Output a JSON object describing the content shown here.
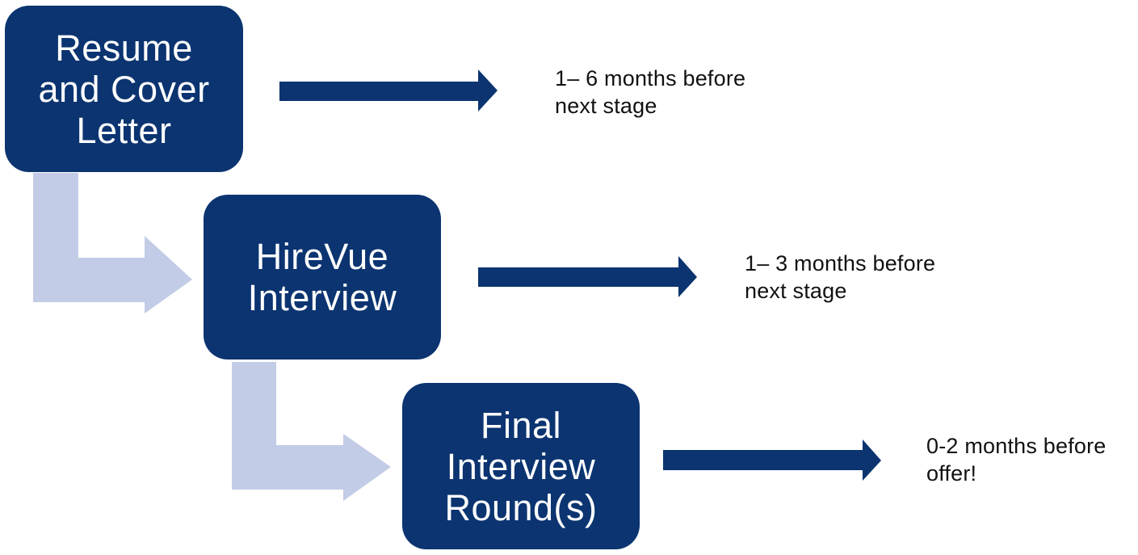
{
  "colors": {
    "stage_fill": "#0b3470",
    "stage_text": "#ffffff",
    "progress_arrow": "#0b3470",
    "flow_arrow": "#c3cce6",
    "note_text": "#111111",
    "background": "#ffffff"
  },
  "stages": [
    {
      "label": "Resume\nand Cover\nLetter",
      "timing": "1– 6 months before\nnext stage"
    },
    {
      "label": "HireVue\nInterview",
      "timing": "1– 3 months before\nnext stage"
    },
    {
      "label": "Final\nInterview\nRound(s)",
      "timing": "0-2 months before\noffer!"
    }
  ]
}
